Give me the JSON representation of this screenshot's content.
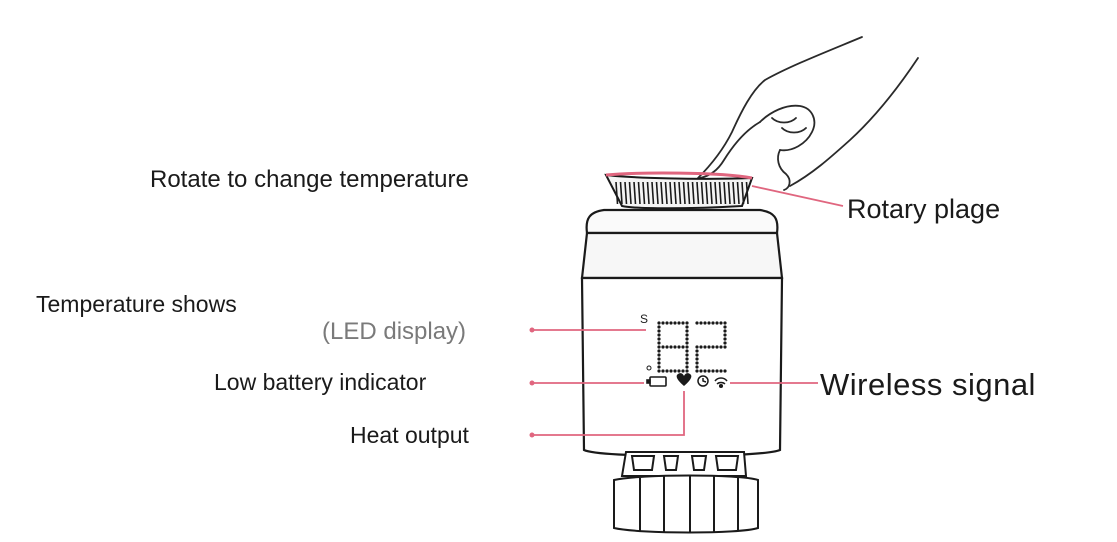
{
  "diagram": {
    "subject": "Smart thermostatic radiator valve",
    "display_value": "82",
    "display_indicator": "S",
    "callouts": {
      "rotate": "Rotate to change temperature",
      "rotary": "Rotary plage",
      "temperature": "Temperature shows",
      "led": "(LED display)",
      "battery": "Low battery indicator",
      "wireless": "Wireless signal",
      "heat": "Heat output"
    },
    "icons": [
      "pointing-hand-icon",
      "battery-icon",
      "heart-icon",
      "clock-icon",
      "wifi-icon"
    ],
    "colors": {
      "leader_line": "#e0667f",
      "outline": "#1a1a1a",
      "muted_text": "#7a7a7a"
    }
  }
}
